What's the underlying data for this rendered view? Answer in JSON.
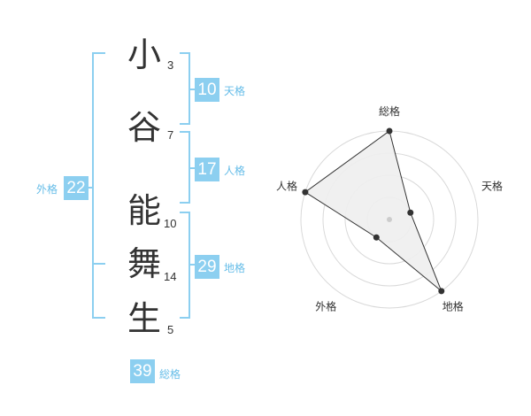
{
  "name": {
    "characters": [
      {
        "char": "小",
        "strokes": "3"
      },
      {
        "char": "谷",
        "strokes": "7"
      },
      {
        "char": "能",
        "strokes": "10"
      },
      {
        "char": "舞",
        "strokes": "14"
      },
      {
        "char": "生",
        "strokes": "5"
      }
    ]
  },
  "kakusu": {
    "tenkaku": {
      "value": "10",
      "label": "天格"
    },
    "jinkaku": {
      "value": "17",
      "label": "人格"
    },
    "chikaku": {
      "value": "29",
      "label": "地格"
    },
    "gaikaku": {
      "value": "22",
      "label": "外格"
    },
    "soukaku": {
      "value": "39",
      "label": "総格"
    }
  },
  "chart_data": {
    "type": "radar",
    "axes": [
      "総格",
      "天格",
      "地格",
      "外格",
      "人格"
    ],
    "rings": 4,
    "values": [
      4,
      1,
      4,
      1,
      4
    ],
    "max": 4,
    "colors": {
      "fill": "#eeeeee",
      "stroke": "#333333",
      "ring": "#d9d9d9",
      "center": "#cccccc"
    }
  }
}
